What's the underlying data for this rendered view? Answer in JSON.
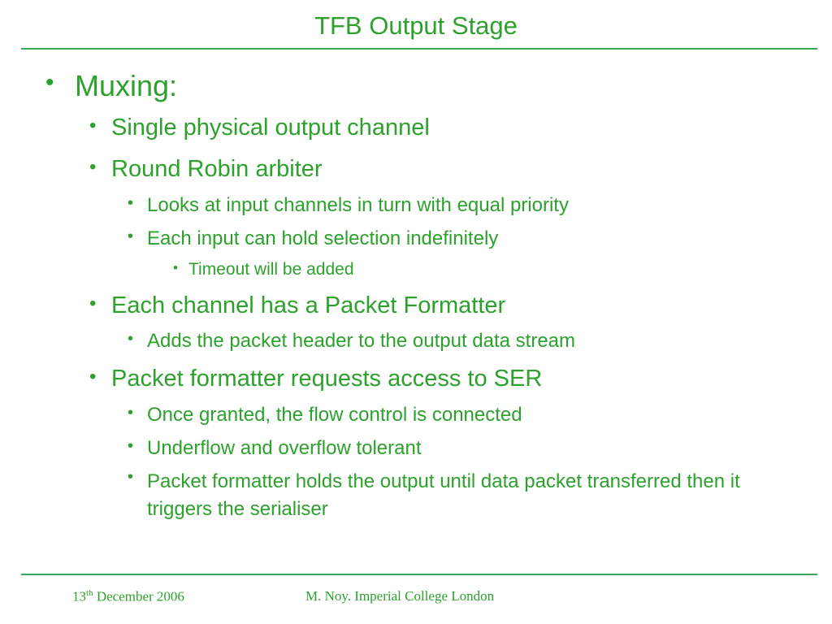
{
  "slide": {
    "title": "TFB Output Stage",
    "bullet_glyph": "•",
    "items": [
      {
        "level": 1,
        "text": "Muxing:"
      },
      {
        "level": 2,
        "text": "Single physical output channel"
      },
      {
        "level": 2,
        "text": "Round Robin arbiter"
      },
      {
        "level": 3,
        "text": "Looks at input channels in turn with equal priority"
      },
      {
        "level": 3,
        "text": "Each input can hold selection indefinitely"
      },
      {
        "level": 4,
        "text": "Timeout will be added"
      },
      {
        "level": 2,
        "text": "Each channel has a Packet Formatter"
      },
      {
        "level": 3,
        "text": "Adds the packet header to the output data stream"
      },
      {
        "level": 2,
        "text": "Packet formatter requests access to SER"
      },
      {
        "level": 3,
        "text": "Once granted, the flow control is connected"
      },
      {
        "level": 3,
        "text": "Underflow and overflow tolerant"
      },
      {
        "level": 3,
        "text": "Packet formatter holds the output until data packet transferred then it triggers the serialiser"
      }
    ]
  },
  "footer": {
    "date_day": "13",
    "date_suffix": "th",
    "date_rest": " December 2006",
    "author": "M. Noy. Imperial College London"
  },
  "colors": {
    "text": "#2ca12c",
    "rule": "#3aa65a",
    "background": "#ffffff"
  }
}
